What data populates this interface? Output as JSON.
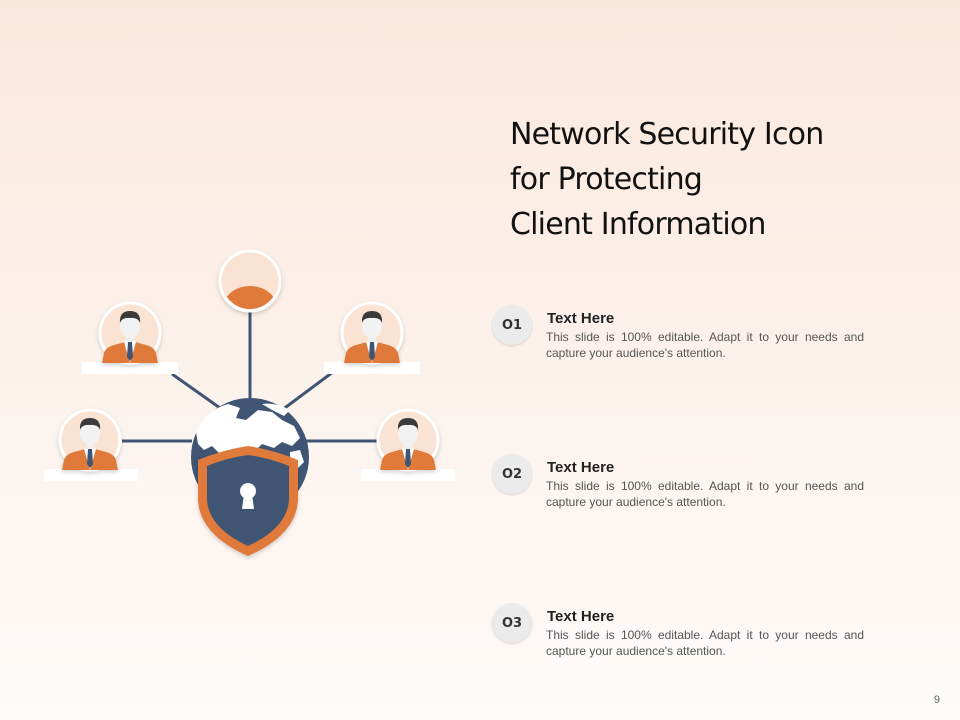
{
  "slide": {
    "title_lines": [
      "Network Security Icon",
      "for Protecting",
      "Client Information"
    ],
    "page_number": "9"
  },
  "items": [
    {
      "number": "O1",
      "title": "Text Here",
      "body": "This slide is 100% editable. Adapt it to your needs and capture your audience's attention."
    },
    {
      "number": "O2",
      "title": "Text Here",
      "body": "This slide is 100% editable. Adapt it to your needs and capture your audience's attention."
    },
    {
      "number": "O3",
      "title": "Text Here",
      "body": "This slide is 100% editable. Adapt it to your needs and capture your audience's attention."
    }
  ],
  "graphic": {
    "icons": [
      "globe-icon",
      "shield-icon",
      "keyhole-icon",
      "person-icon"
    ],
    "colors": {
      "orange": "#e07a3a",
      "navy": "#3f5573",
      "peach": "#f7dccb",
      "line": "#3f5573"
    }
  }
}
